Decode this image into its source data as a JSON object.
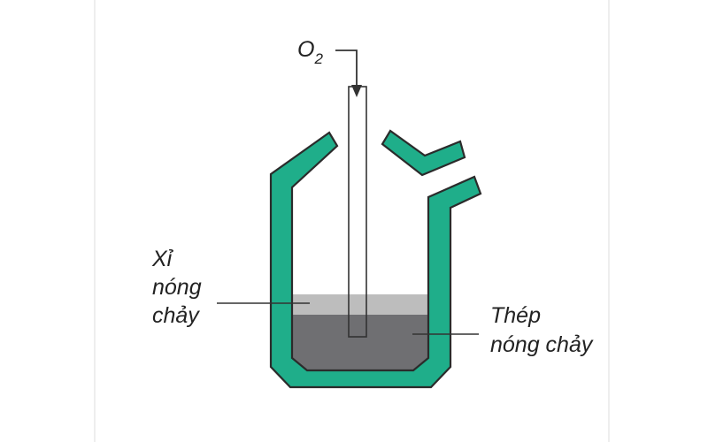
{
  "diagram": {
    "oxygen_label": {
      "symbol": "O",
      "subscript": "2"
    },
    "slag_label": {
      "lines": [
        "Xỉ",
        "nóng",
        "chảy"
      ]
    },
    "steel_label": {
      "lines": [
        "Thép",
        "nóng chảy"
      ]
    }
  },
  "colors": {
    "furnace_wall": "#1fae8a",
    "wall_outline": "#2b2b2b",
    "slag": "#bdbdbd",
    "molten_steel": "#6f6f72",
    "leader_line": "#333333",
    "page_frame": "#eeeeee"
  }
}
